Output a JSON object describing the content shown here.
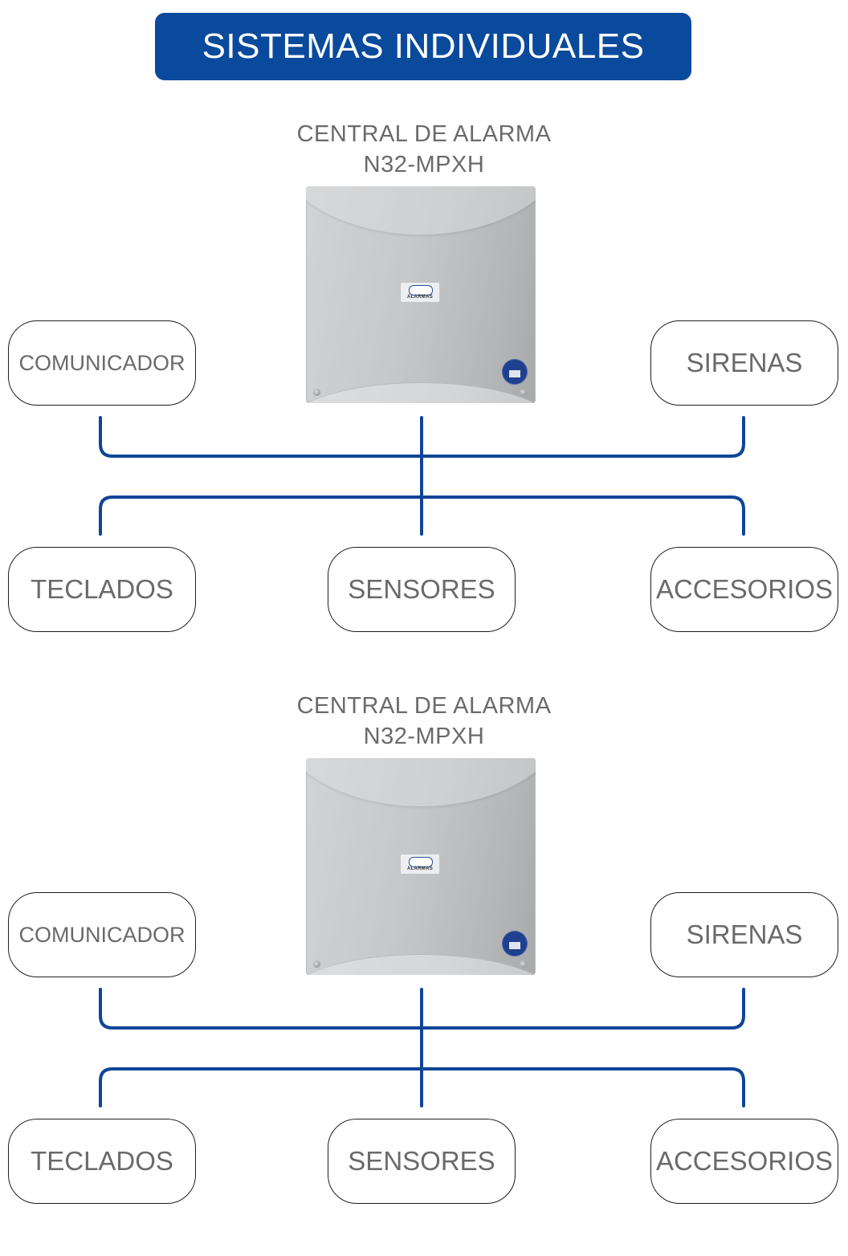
{
  "title": "SISTEMAS INDIVIDUALES",
  "colors": {
    "accent": "#0a4a9c",
    "line": "#0e4596",
    "node_border": "#1e1e1e",
    "text": "#6a6a6a"
  },
  "systems": [
    {
      "caption_line1": "CENTRAL DE ALARMA",
      "caption_line2": "N32-MPXH",
      "panel_logo_text": "ALARMAS",
      "nodes": {
        "comunicador": "COMUNICADOR",
        "sirenas": "SIRENAS",
        "teclados": "TECLADOS",
        "sensores": "SENSORES",
        "accesorios": "ACCESORIOS"
      }
    },
    {
      "caption_line1": "CENTRAL DE ALARMA",
      "caption_line2": "N32-MPXH",
      "panel_logo_text": "ALARMAS",
      "nodes": {
        "comunicador": "COMUNICADOR",
        "sirenas": "SIRENAS",
        "teclados": "TECLADOS",
        "sensores": "SENSORES",
        "accesorios": "ACCESORIOS"
      }
    }
  ]
}
